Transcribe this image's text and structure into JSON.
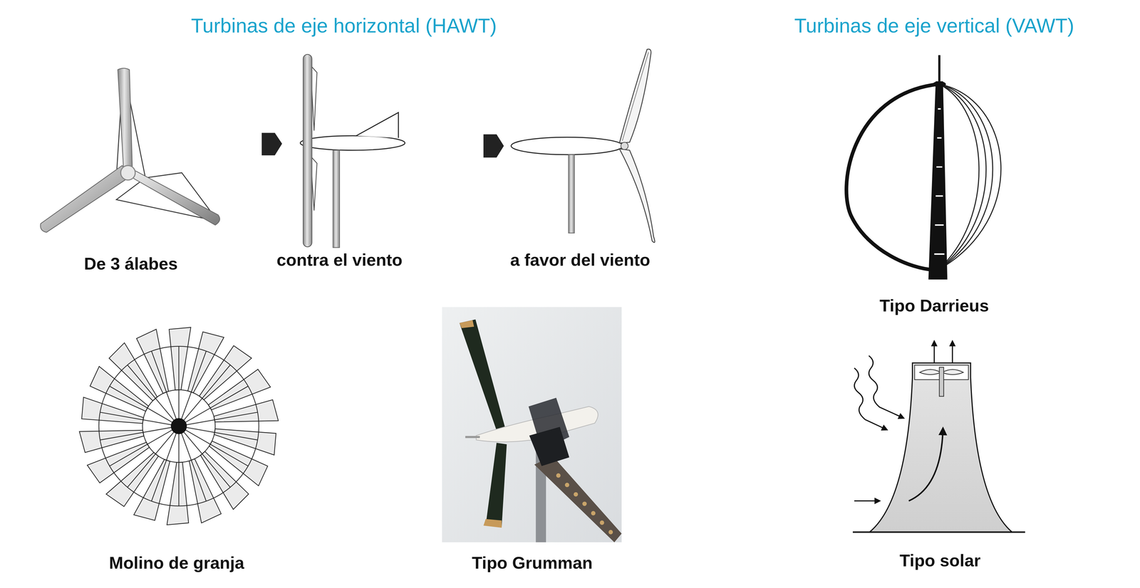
{
  "diagram": {
    "labels": [
      "Turbinas de eje horizontal (HAWT)",
      "Turbinas de eje vertical (VAWT)",
      "De 3 álabes",
      "contra el viento",
      "a favor del viento",
      "Tipo Darrieus",
      "Molino de granja",
      "Tipo Grumman",
      "Tipo solar"
    ]
  }
}
